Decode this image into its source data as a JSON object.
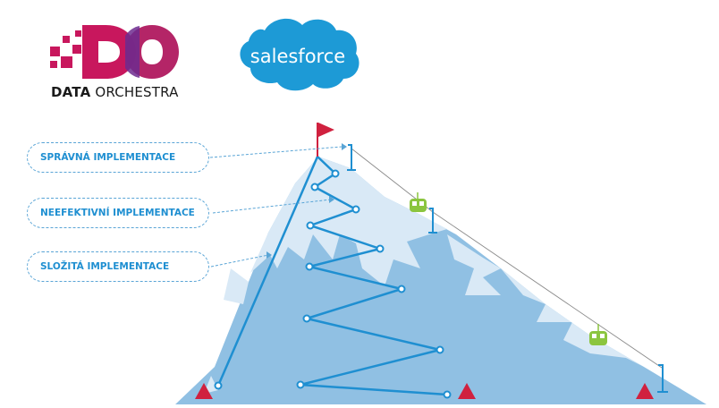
{
  "logos": {
    "data_orchestra": {
      "mark": "DO",
      "word_bold": "DATA",
      "word_rest": "ORCHESTRA",
      "color_primary": "#c8175d",
      "color_secondary": "#6d2b8f"
    },
    "salesforce": {
      "text": "salesforce",
      "color": "#1d9ad6"
    }
  },
  "callouts": [
    {
      "id": "correct",
      "label": "SPRÁVNÁ  IMPLEMENTACE"
    },
    {
      "id": "inefficient",
      "label": "NEEFEKTIVNÍ IMPLEMENTACE"
    },
    {
      "id": "complex",
      "label": "SLOŽITÁ IMPLEMENTACE"
    }
  ],
  "colors": {
    "mountain": "#90c0e3",
    "snow": "#d9e9f6",
    "path": "#1f8fd1",
    "flag": "#d0213f",
    "camp": "#d0213f",
    "gondola": "#8bc53f",
    "cable": "#8a8a8a"
  },
  "icons": [
    "summit-flag-icon",
    "base-camp-icon",
    "gondola-icon",
    "cable-pole-icon"
  ]
}
